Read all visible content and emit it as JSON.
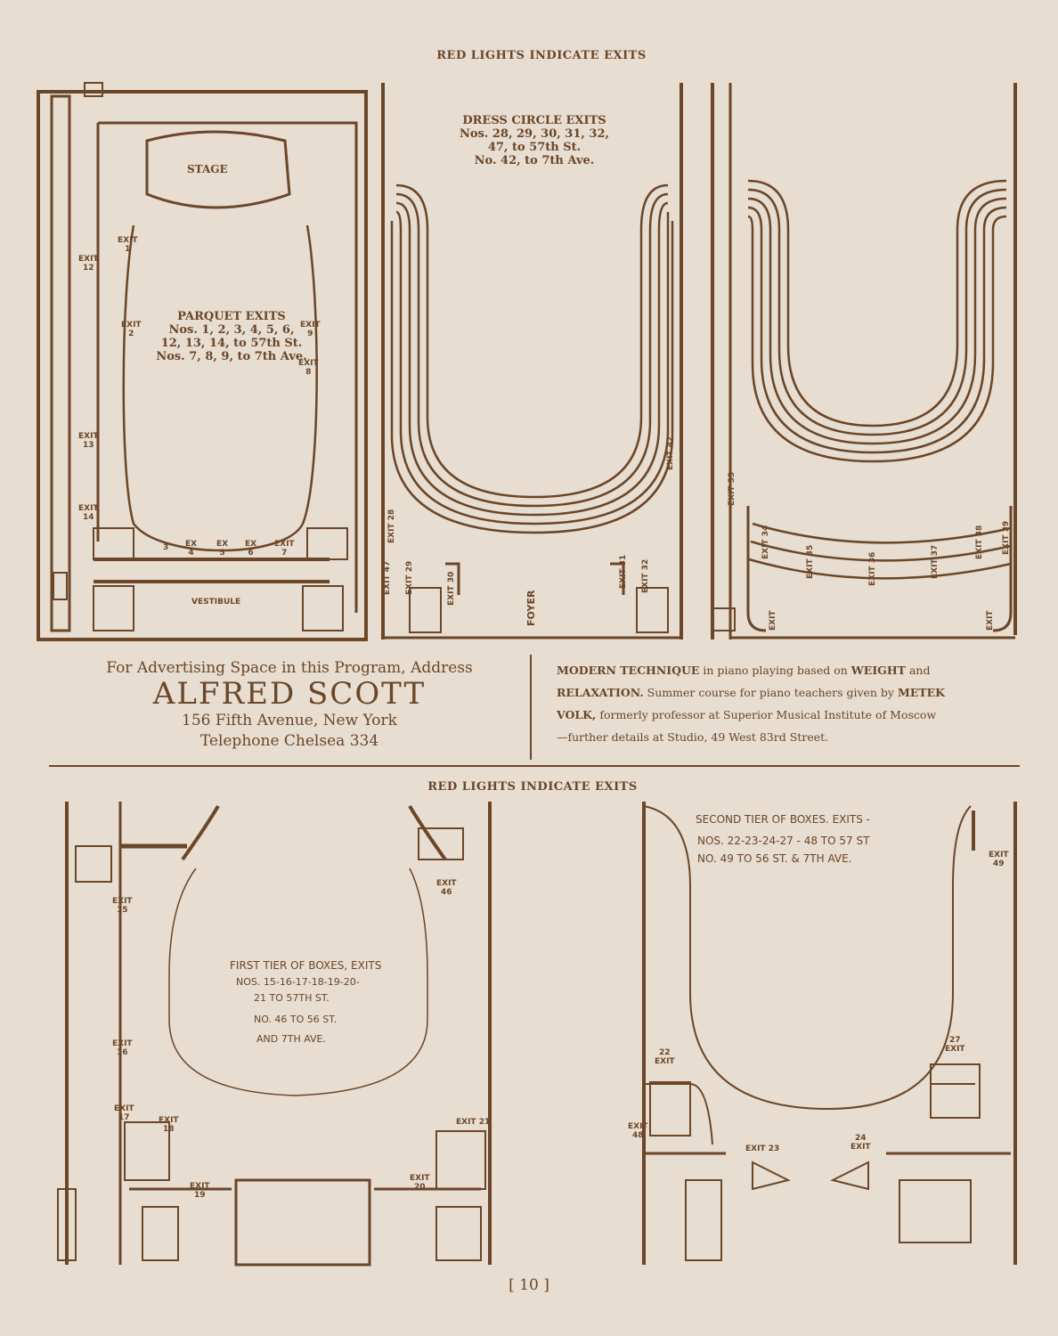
{
  "top_header": "RED LIGHTS INDICATE EXITS",
  "bottom_header": "RED LIGHTS INDICATE EXITS",
  "parquet": {
    "stage": "STAGE",
    "vestibule": "VESTIBULE",
    "title": "PARQUET EXITS",
    "line1": "Nos. 1, 2, 3, 4, 5, 6,",
    "line2": "12, 13, 14, to 57th St.",
    "line3": "Nos. 7, 8, 9, to 7th Ave.",
    "exits": {
      "e1": "EXIT\n1",
      "e2": "EXIT\n2",
      "e3": "3",
      "e4": "EX\n4",
      "e5": "EX\n5",
      "e6": "EX\n6",
      "e7": "EXIT\n7",
      "e8": "EXIT\n8",
      "e9": "EXIT\n9",
      "e12": "EXIT\n12",
      "e13": "EXIT\n13",
      "e14": "EXIT\n14"
    }
  },
  "dress_circle": {
    "line1": "DRESS CIRCLE EXITS",
    "line2": "Nos. 28, 29, 30, 31, 32,",
    "line3": "47, to 57th St.",
    "line4": "No. 42, to 7th Ave.",
    "foyer": "FOYER",
    "exits": {
      "e28": "EXIT 28",
      "e29": "EXIT 29",
      "e30": "EXIT 30",
      "e31": "EXIT 31",
      "e32": "EXIT 32",
      "e42": "EXIT 42",
      "e47": "EXIT 47"
    }
  },
  "balcony": {
    "exits": {
      "e33": "EXIT 33",
      "e34": "EXIT 34",
      "e35": "EXIT 35",
      "e36": "EXIT 36",
      "e37": "EXIT 37",
      "e38": "EXIT 38",
      "e39": "EXIT 39",
      "eL": "EXIT",
      "eR": "EXIT"
    }
  },
  "ad_scott": {
    "line1": "For Advertising Space in this Program, Address",
    "name": "ALFRED SCOTT",
    "address": "156 Fifth Avenue, New York",
    "phone": "Telephone Chelsea 334"
  },
  "ad_volk": {
    "b1": "MODERN TECHNIQUE",
    "t1": " in piano playing based on ",
    "b2": "WEIGHT",
    "t2": " and",
    "b3": "RELAXATION.",
    "t3": " Summer course for piano teachers given by ",
    "b4": "METEK",
    "b5": "VOLK,",
    "t4": " formerly professor at Superior Musical Institute of Moscow",
    "t5": "—further details at Studio, 49 West 83rd Street."
  },
  "first_tier": {
    "line1": "FIRST TIER OF BOXES, EXITS",
    "line2": "NOS. 15-16-17-18-19-20-",
    "line3": "21 TO 57TH ST.",
    "line4": "NO. 46 TO 56 ST.",
    "line5": "AND 7TH AVE.",
    "exits": {
      "e15": "EXIT\n15",
      "e16": "EXIT\n16",
      "e17": "EXIT\n17",
      "e18": "EXIT\n18",
      "e19": "EXIT\n19",
      "e20": "EXIT\n20",
      "e21": "EXIT 21",
      "e46": "EXIT\n46"
    }
  },
  "second_tier": {
    "line1": "SECOND TIER OF BOXES. EXITS -",
    "line2": "NOS. 22-23-24-27 - 48 TO 57 ST",
    "line3": "NO. 49 TO 56 ST. & 7TH AVE.",
    "exits": {
      "e22": "22\nEXIT",
      "e23": "EXIT 23",
      "e24": "24\nEXIT",
      "e27": "27\nEXIT",
      "e48": "EXIT\n48",
      "e49": "EXIT\n49"
    }
  },
  "page_number": "[ 10 ]",
  "colors": {
    "ink": "#6b4628",
    "paper": "#e7ddd0"
  }
}
